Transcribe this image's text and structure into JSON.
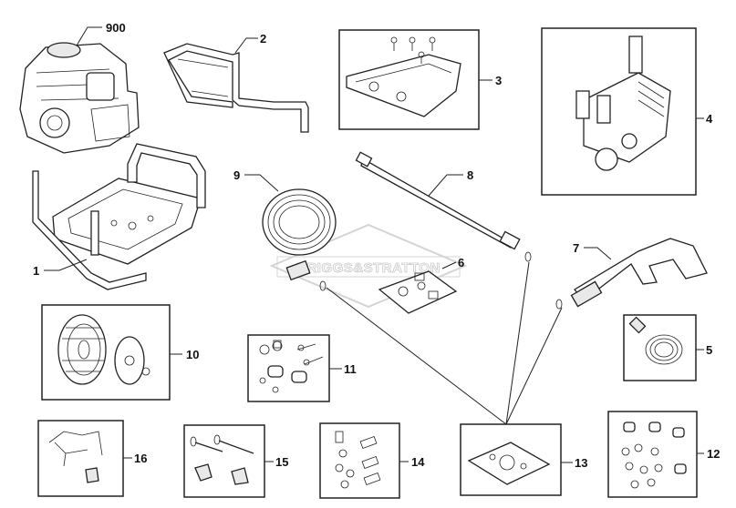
{
  "watermark": "BRIGGS&STRATTON",
  "parts": [
    {
      "id": "p1",
      "number": "1"
    },
    {
      "id": "p2",
      "number": "2"
    },
    {
      "id": "p3",
      "number": "3"
    },
    {
      "id": "p4",
      "number": "4"
    },
    {
      "id": "p5",
      "number": "5"
    },
    {
      "id": "p6",
      "number": "6"
    },
    {
      "id": "p7",
      "number": "7"
    },
    {
      "id": "p8",
      "number": "8"
    },
    {
      "id": "p9",
      "number": "9"
    },
    {
      "id": "p10",
      "number": "10"
    },
    {
      "id": "p11",
      "number": "11"
    },
    {
      "id": "p12",
      "number": "12"
    },
    {
      "id": "p13",
      "number": "13"
    },
    {
      "id": "p14",
      "number": "14"
    },
    {
      "id": "p15",
      "number": "15"
    },
    {
      "id": "p16",
      "number": "16"
    },
    {
      "id": "p900",
      "number": "900"
    }
  ]
}
